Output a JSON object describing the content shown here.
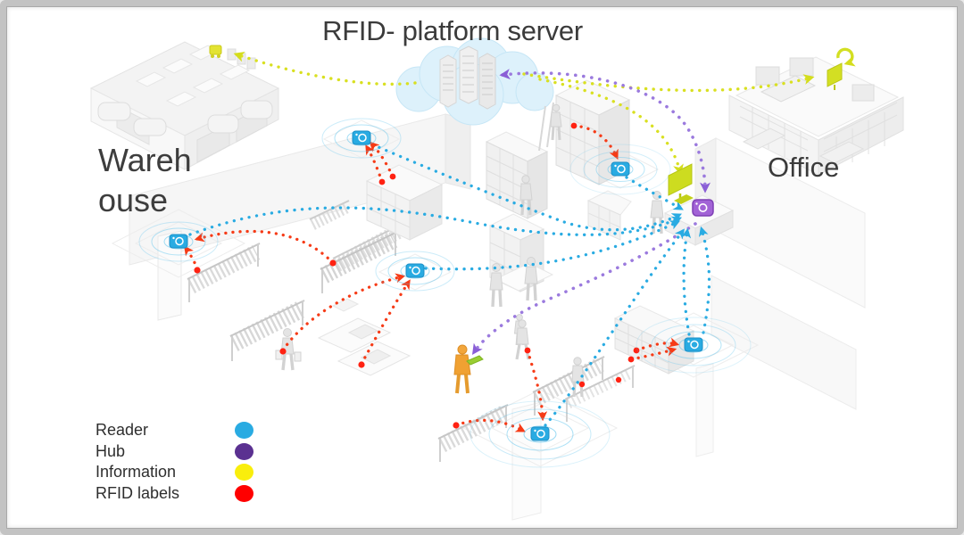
{
  "title": "RFID- platform server",
  "labels": {
    "warehouse_line1": "Wareh",
    "warehouse_line2": "ouse",
    "office": "Office"
  },
  "legend": {
    "items": [
      {
        "label": "Reader",
        "color": "#29abe2"
      },
      {
        "label": "Hub",
        "color": "#5b3191"
      },
      {
        "label": "Information",
        "color": "#f9ee0c"
      },
      {
        "label": "RFID labels",
        "color": "#ff0000"
      }
    ]
  },
  "diagram": {
    "nodes": [
      {
        "id": "server",
        "kind": "rfid-platform-server",
        "label": "RFID- platform server"
      },
      {
        "id": "warehouse",
        "kind": "building",
        "label": "Warehouse"
      },
      {
        "id": "office",
        "kind": "building",
        "label": "Office"
      },
      {
        "id": "hub",
        "kind": "hub",
        "color": "#a263d6"
      },
      {
        "id": "readers",
        "kind": "reader",
        "count": 6,
        "color": "#29abe2"
      },
      {
        "id": "rfid-labels",
        "kind": "rfid-label",
        "color": "#ff2212"
      }
    ],
    "flows": [
      {
        "from": "rfid-labels",
        "to": "readers",
        "meaning": "RFID labels",
        "color": "#f63b17"
      },
      {
        "from": "readers",
        "to": "hub",
        "meaning": "Reader",
        "color": "#29abe2"
      },
      {
        "from": "hub",
        "to": "server",
        "meaning": "Hub",
        "color": "#9b7ade"
      },
      {
        "from": "server",
        "to": "warehouse-and-office",
        "meaning": "Information",
        "color": "#d9e021"
      }
    ]
  }
}
